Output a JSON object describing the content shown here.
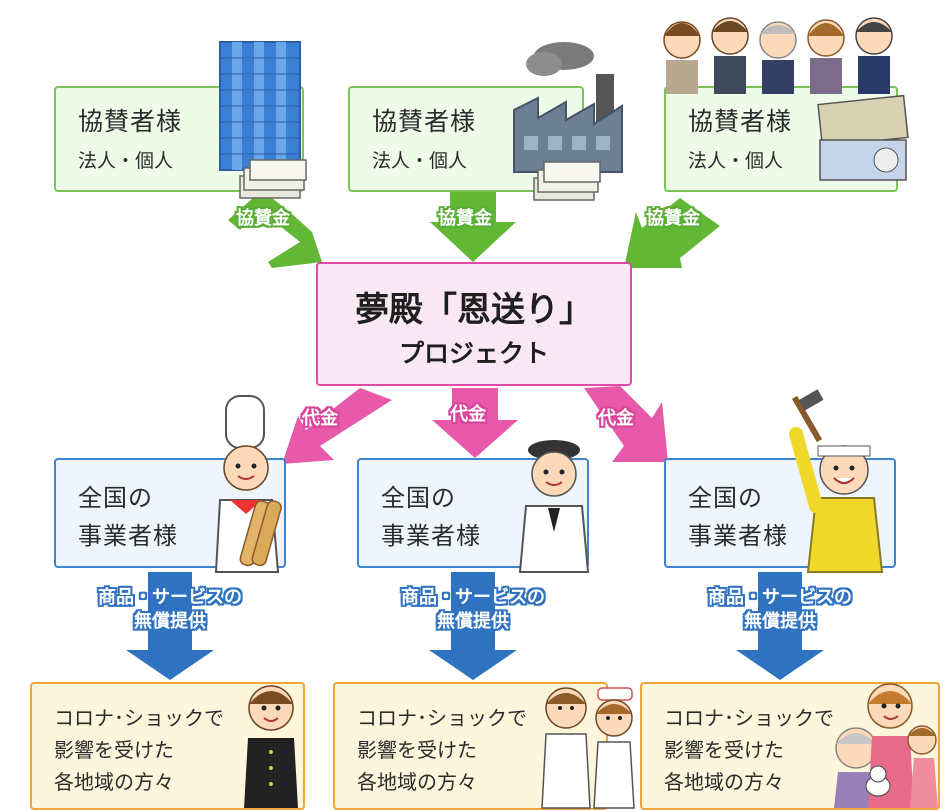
{
  "sponsors": [
    {
      "title": "協賛者様",
      "subtitle": "法人・個人",
      "arrow_label": "協賛金",
      "illustration": "office-building-icon"
    },
    {
      "title": "協賛者様",
      "subtitle": "法人・個人",
      "arrow_label": "協賛金",
      "illustration": "factory-icon"
    },
    {
      "title": "協賛者様",
      "subtitle": "法人・個人",
      "arrow_label": "協賛金",
      "illustration": "people-group-icon"
    }
  ],
  "project": {
    "title": "夢殿「恩送り」",
    "subtitle": "プロジェクト"
  },
  "payment_label": "代金",
  "businesses": [
    {
      "line1": "全国の",
      "line2": "事業者様",
      "illustration": "chef-icon"
    },
    {
      "line1": "全国の",
      "line2": "事業者様",
      "illustration": "shop-staff-icon"
    },
    {
      "line1": "全国の",
      "line2": "事業者様",
      "illustration": "carpenter-icon"
    }
  ],
  "service_label": {
    "line1": "商品・サービスの",
    "line2": "無償提供"
  },
  "recipients": [
    {
      "line1": "コロナ･ショックで",
      "line2": "影響を受けた",
      "line3": "各地域の方々",
      "illustration": "student-icon"
    },
    {
      "line1": "コロナ･ショックで",
      "line2": "影響を受けた",
      "line3": "各地域の方々",
      "illustration": "medical-staff-icon"
    },
    {
      "line1": "コロナ･ショックで",
      "line2": "影響を受けた",
      "line3": "各地域の方々",
      "illustration": "family-icon"
    }
  ],
  "colors": {
    "green": "#7cc35b",
    "pink": "#e04ba7",
    "blue": "#3f84cf",
    "orange": "#f0a53e"
  }
}
